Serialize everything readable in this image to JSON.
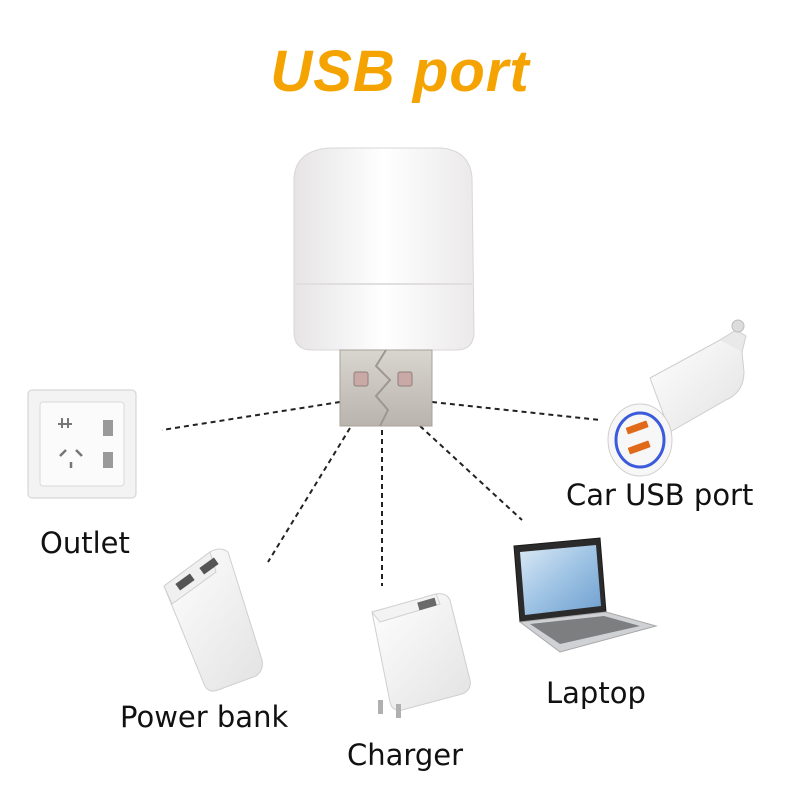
{
  "title": "USB port",
  "devices": {
    "outlet": "Outlet",
    "power_bank": "Power bank",
    "charger": "Charger",
    "laptop": "Laptop",
    "car_usb_port": "Car USB port"
  },
  "colors": {
    "title": "#f5a300",
    "label": "#111111",
    "connector_line": "#222222"
  },
  "icons": [
    "usb-lamp-icon",
    "wall-outlet-icon",
    "power-bank-icon",
    "charger-icon",
    "laptop-icon",
    "car-charger-icon"
  ]
}
